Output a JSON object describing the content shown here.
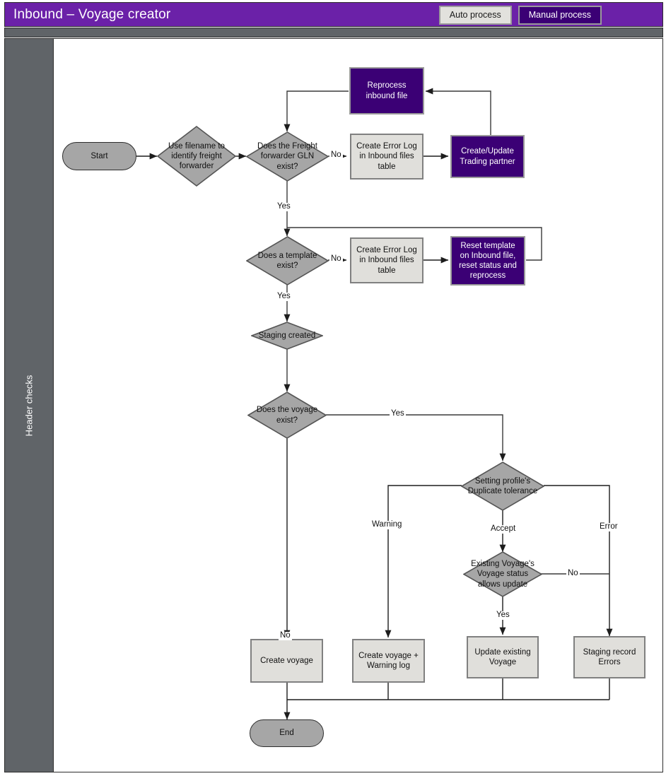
{
  "header": {
    "title": "Inbound – Voyage creator",
    "buttons": [
      {
        "label": "Auto process",
        "style": "light"
      },
      {
        "label": "Manual process",
        "style": "dark"
      }
    ],
    "accent_color": "#6B21A8"
  },
  "sidebar": {
    "label": "Header checks",
    "color": "#606468"
  },
  "palette": {
    "terminator_fill": "#A6A6A6",
    "decision_fill": "#A6A6A6",
    "process_fill": "#E0DFDB",
    "process_dark_fill": "#3B0075",
    "connector": "#2b2b2b"
  },
  "flow": {
    "nodes": [
      {
        "id": "start",
        "type": "terminator",
        "label": "Start"
      },
      {
        "id": "use-filename",
        "type": "decision",
        "label": "Use filename to identify freight forwarder"
      },
      {
        "id": "gln-exists",
        "type": "decision",
        "label": "Does the Freight forwarder GLN exist?"
      },
      {
        "id": "reprocess-inbound",
        "type": "process-dark",
        "label": "Reprocess inbound file"
      },
      {
        "id": "error-log-1",
        "type": "process",
        "label": "Create Error Log in Inbound files table"
      },
      {
        "id": "create-update-tp",
        "type": "process-dark",
        "label": "Create/Update Trading partner"
      },
      {
        "id": "template-exists",
        "type": "decision",
        "label": "Does a template exist?"
      },
      {
        "id": "error-log-2",
        "type": "process",
        "label": "Create Error Log in Inbound files table"
      },
      {
        "id": "reset-template",
        "type": "process-dark",
        "label": "Reset template on Inbound file, reset status and reprocess"
      },
      {
        "id": "staging-created",
        "type": "decision",
        "label": "Staging created"
      },
      {
        "id": "voyage-exists",
        "type": "decision",
        "label": "Does the voyage exist?"
      },
      {
        "id": "dup-tolerance",
        "type": "decision",
        "label": "Setting profile's Duplicate tolerance"
      },
      {
        "id": "status-allows",
        "type": "decision",
        "label": "Existing Voyage's Voyage status allows update"
      },
      {
        "id": "create-voyage",
        "type": "process",
        "label": "Create voyage"
      },
      {
        "id": "create-warning",
        "type": "process",
        "label": "Create voyage + Warning log"
      },
      {
        "id": "update-voyage",
        "type": "process",
        "label": "Update existing Voyage"
      },
      {
        "id": "staging-errors",
        "type": "process",
        "label": "Staging record Errors"
      },
      {
        "id": "end",
        "type": "terminator",
        "label": "End"
      }
    ],
    "edge_labels": [
      {
        "id": "gln-no",
        "label": "No"
      },
      {
        "id": "gln-yes",
        "label": "Yes"
      },
      {
        "id": "template-no",
        "label": "No"
      },
      {
        "id": "template-yes",
        "label": "Yes"
      },
      {
        "id": "voyage-yes",
        "label": "Yes"
      },
      {
        "id": "voyage-no",
        "label": "No"
      },
      {
        "id": "tol-warning",
        "label": "Warning"
      },
      {
        "id": "tol-accept",
        "label": "Accept"
      },
      {
        "id": "tol-error",
        "label": "Error"
      },
      {
        "id": "status-no",
        "label": "No"
      },
      {
        "id": "status-yes",
        "label": "Yes"
      }
    ]
  }
}
